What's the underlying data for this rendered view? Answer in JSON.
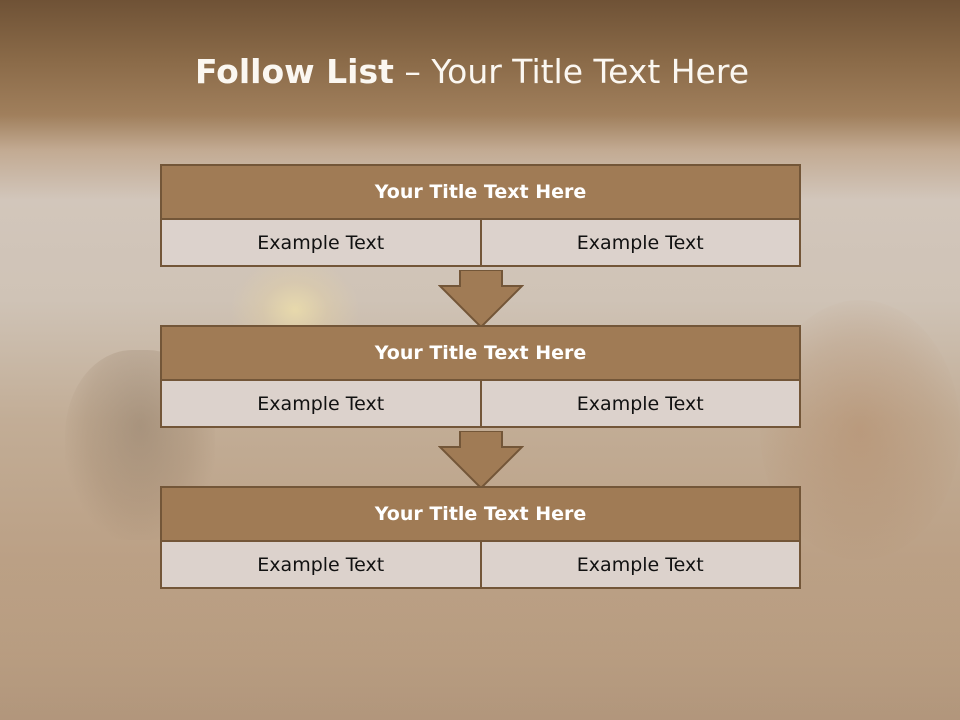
{
  "slide": {
    "title_bold": "Follow List",
    "title_rest": "– Your Title Text Here"
  },
  "steps": [
    {
      "title": "Your Title Text Here",
      "left": "Example Text",
      "right": "Example Text"
    },
    {
      "title": "Your Title Text Here",
      "left": "Example Text",
      "right": "Example Text"
    },
    {
      "title": "Your Title Text Here",
      "left": "Example Text",
      "right": "Example Text"
    }
  ],
  "colors": {
    "header_fill": "#a07b55",
    "border": "#735638",
    "cell_fill": "#dcd2cc",
    "arrow_fill": "#a07b55"
  }
}
